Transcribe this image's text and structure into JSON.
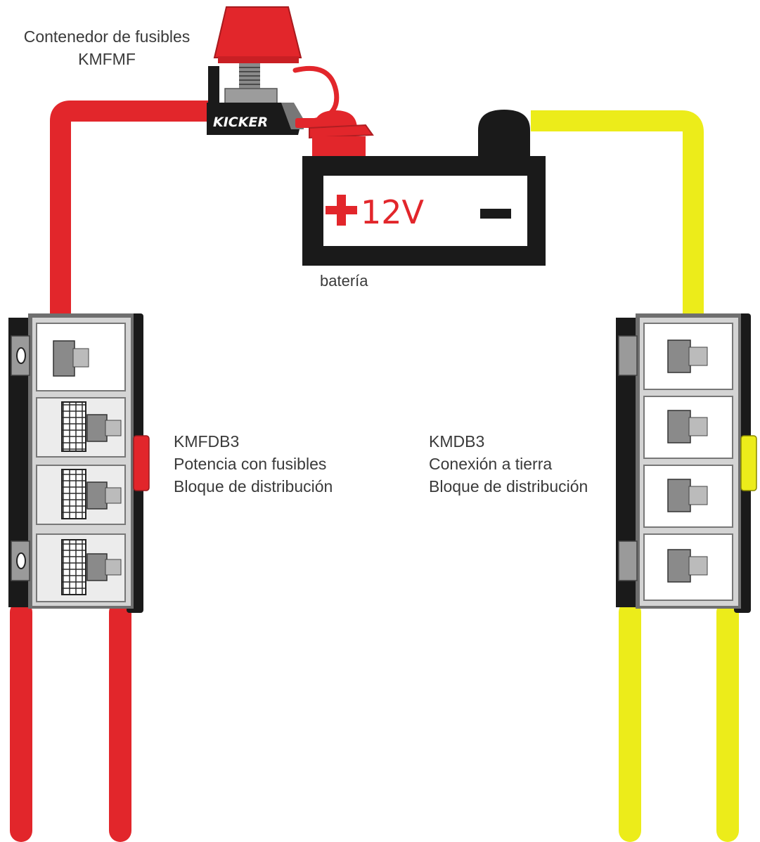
{
  "colors": {
    "positive_cable": "#e2262b",
    "ground_cable": "#ecec1a",
    "block_body": "#1a1a1a",
    "block_metal": "#9a9a9a"
  },
  "fuse_holder": {
    "line1": "Contenedor de fusibles",
    "line2": "KMFMF",
    "brand": "KICKER"
  },
  "battery": {
    "positive_symbol": "+",
    "voltage": "12V",
    "negative_symbol": "−",
    "label": "batería"
  },
  "power_block": {
    "model": "KMFDB3",
    "line2": "Potencia con fusibles",
    "line3": "Bloque de distribución"
  },
  "ground_block": {
    "model": "KMDB3",
    "line2": "Conexión a tierra",
    "line3": "Bloque de distribución"
  },
  "icons": {
    "battery": "battery-icon",
    "fuse_holder": "fuse-holder-icon",
    "distribution_block": "distribution-block-icon"
  }
}
